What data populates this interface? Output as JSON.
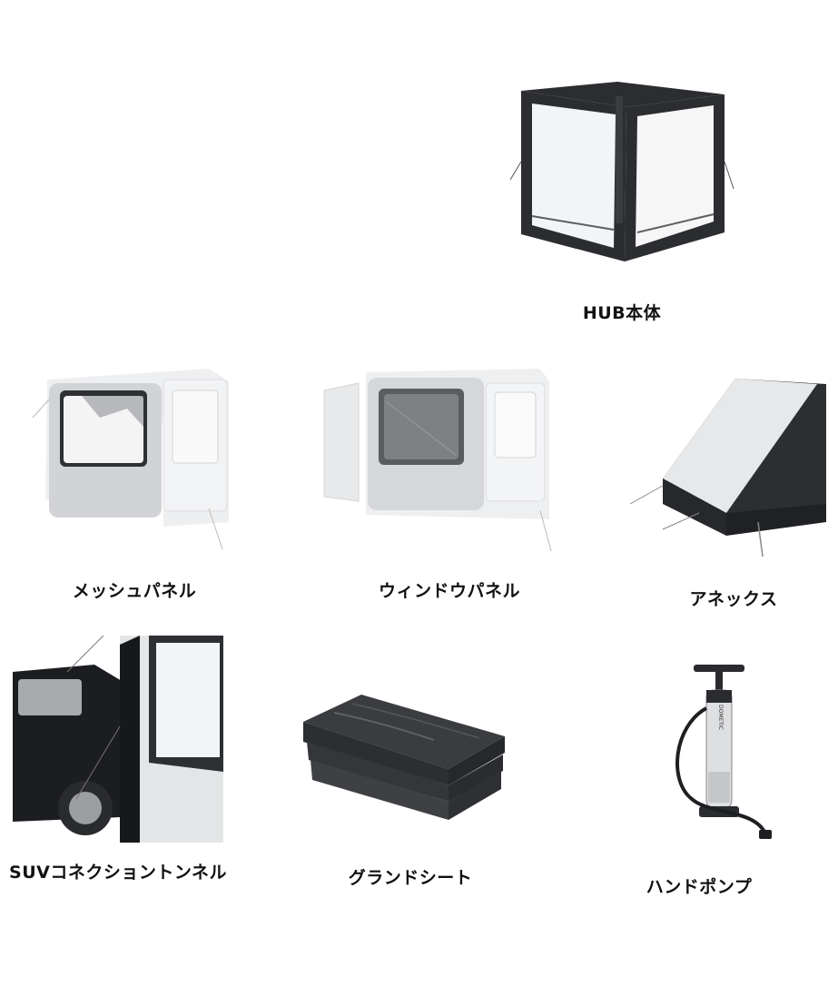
{
  "items": [
    {
      "id": "hub",
      "label": "HUB本体"
    },
    {
      "id": "mesh-panel",
      "label": "メッシュパネル"
    },
    {
      "id": "window-panel",
      "label": "ウィンドウパネル"
    },
    {
      "id": "annex",
      "label": "アネックス"
    },
    {
      "id": "suv-tunnel",
      "label": "SUVコネクショントンネル"
    },
    {
      "id": "ground-sheet",
      "label": "グランドシート"
    },
    {
      "id": "hand-pump",
      "label": "ハンドポンプ",
      "brand": "DOMETIC"
    }
  ],
  "colors": {
    "frame": "#2a2c30",
    "panel_light": "#e6e7e9",
    "mesh": "#3a3c40"
  }
}
